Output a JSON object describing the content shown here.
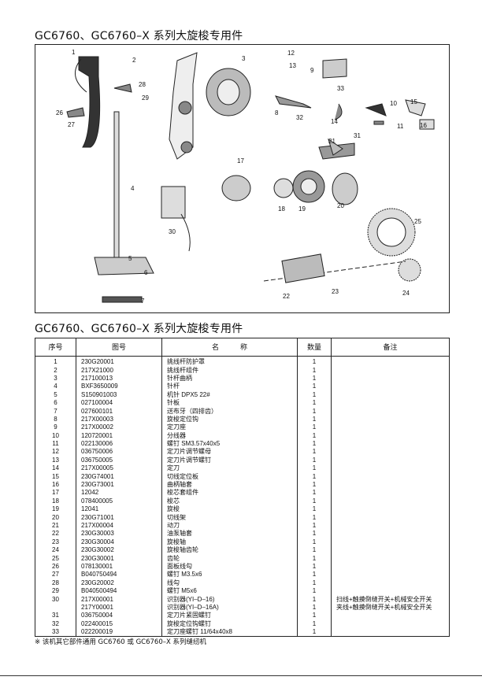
{
  "title": "GC6760、GC6760–X 系列大旋梭专用件",
  "diagram": {
    "callouts": [
      "1",
      "2",
      "3",
      "12",
      "13",
      "9",
      "33",
      "28",
      "29",
      "26",
      "27",
      "8",
      "32",
      "14",
      "31",
      "10",
      "15",
      "11",
      "16",
      "21",
      "4",
      "17",
      "18",
      "19",
      "20",
      "30",
      "25",
      "5",
      "6",
      "7",
      "22",
      "23",
      "24"
    ]
  },
  "table": {
    "title": "GC6760、GC6760–X 系列大旋梭专用件",
    "headers": [
      "序号",
      "图号",
      "名　　　称",
      "数量",
      "备注"
    ],
    "rows": [
      [
        "1",
        "230G20001",
        "挑线杆防护罩",
        "1",
        ""
      ],
      [
        "2",
        "217X21000",
        "挑线杆组件",
        "1",
        ""
      ],
      [
        "3",
        "217100013",
        "针杆曲柄",
        "1",
        ""
      ],
      [
        "4",
        "BXF3650009",
        "针杆",
        "1",
        ""
      ],
      [
        "5",
        "S150901003",
        "机针  DPX5 22#",
        "1",
        ""
      ],
      [
        "6",
        "027100004",
        "针板",
        "1",
        ""
      ],
      [
        "7",
        "027600101",
        "送布牙（四排齿）",
        "1",
        ""
      ],
      [
        "8",
        "217X00003",
        "旋梭定位钩",
        "1",
        ""
      ],
      [
        "9",
        "217X00002",
        "定刀座",
        "1",
        ""
      ],
      [
        "10",
        "120720001",
        "分线器",
        "1",
        ""
      ],
      [
        "11",
        "022130006",
        "螺钉  SM3.57x40x5",
        "1",
        ""
      ],
      [
        "12",
        "036750006",
        "定刀片调节螺母",
        "1",
        ""
      ],
      [
        "13",
        "036750005",
        "定刀片调节螺钉",
        "1",
        ""
      ],
      [
        "14",
        "217X00005",
        "定刀",
        "1",
        ""
      ],
      [
        "15",
        "230G74001",
        "切线定位板",
        "1",
        ""
      ],
      [
        "16",
        "230G73001",
        "曲柄轴套",
        "1",
        ""
      ],
      [
        "17",
        "12042",
        "梭芯套组件",
        "1",
        ""
      ],
      [
        "18",
        "078400005",
        "梭芯",
        "1",
        ""
      ],
      [
        "19",
        "12041",
        "旋梭",
        "1",
        ""
      ],
      [
        "20",
        "230G71001",
        "切线架",
        "1",
        ""
      ],
      [
        "21",
        "217X00004",
        "动刀",
        "1",
        ""
      ],
      [
        "22",
        "230G30003",
        "油泵轴套",
        "1",
        ""
      ],
      [
        "23",
        "230G30004",
        "旋梭轴",
        "1",
        ""
      ],
      [
        "24",
        "230G30002",
        "旋梭轴齿轮",
        "1",
        ""
      ],
      [
        "25",
        "230G30001",
        "齿轮",
        "1",
        ""
      ],
      [
        "26",
        "078130001",
        "面板线勾",
        "1",
        ""
      ],
      [
        "27",
        "B040750494",
        "螺钉  M3.5x6",
        "1",
        ""
      ],
      [
        "28",
        "230G20002",
        "线勾",
        "1",
        ""
      ],
      [
        "29",
        "B040500494",
        "螺钉  M5x6",
        "1",
        ""
      ],
      [
        "30",
        "217X00001",
        "识别器(YI–D–16)",
        "1",
        "扫线+触摸倒缝开关+机械安全开关"
      ],
      [
        "",
        "217Y00001",
        "识别器(YI–D–16A)",
        "1",
        "夹线+触摸倒缝开关+机械安全开关"
      ],
      [
        "31",
        "036750004",
        "定刀片紧固螺钉",
        "1",
        ""
      ],
      [
        "32",
        "022400015",
        "旋梭定位钩螺钉",
        "1",
        ""
      ],
      [
        "33",
        "022200019",
        "定刀座螺钉 11/64x40x8",
        "1",
        ""
      ]
    ]
  },
  "note": "※  该机其它部件通用 GC6760 或 GC6760–X 系列缝纫机"
}
